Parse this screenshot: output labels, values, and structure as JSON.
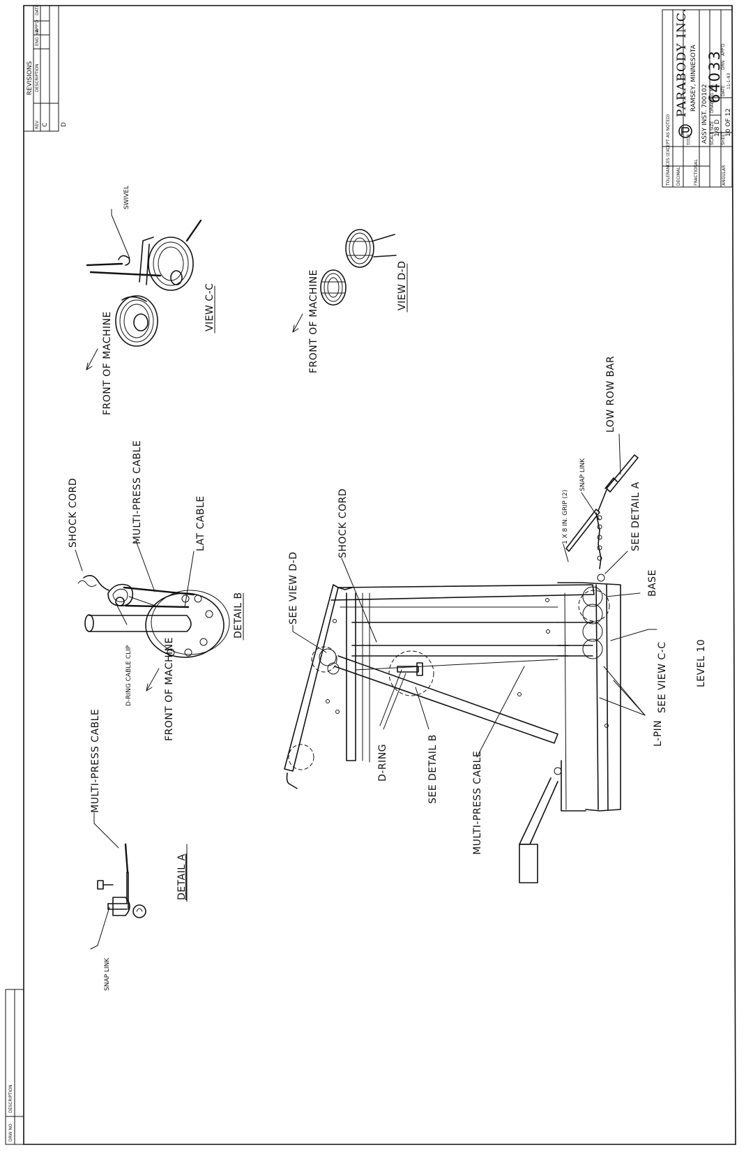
{
  "revisions": {
    "title": "REVISIONS",
    "headers": [
      "REV",
      "DESCRIPTION",
      "ENG NO",
      "APP'D",
      "DATE"
    ],
    "rev": "C",
    "rev_mark": "D"
  },
  "title_block": {
    "company": "PARABODY INC.",
    "location": "RAMSEY, MINNESOTA",
    "tolerances_label": "TOLERANCES (EXCEPT AS NOTED)",
    "decimal_label": "DECIMAL",
    "fractional_label": "FRACTIONAL",
    "angular_label": "ANGULAR",
    "title_label": "TITLE",
    "title": "ASSY INST. 700102",
    "scale_label": "SCALE",
    "scale": "1/8",
    "size_label": "SIZE",
    "size": "D",
    "sheet_label": "SHEET",
    "sheet": "10 OF 12",
    "drawing_no_label": "DRAWING NO.",
    "drawing_no": "64033",
    "date_label": "DATE",
    "date": "11-1-93",
    "drn_label": "DRN",
    "appd_label": "APP'D"
  },
  "side_block": {
    "headers": [
      "DRW NO",
      "DESCRIPTION"
    ]
  },
  "detail_a": {
    "snap_link": "SNAP LINK",
    "multi_press_cable": "MULTI-PRESS CABLE",
    "title": "DETAIL A"
  },
  "detail_b": {
    "shock_cord": "SHOCK CORD",
    "multi_press_cable": "MULTI-PRESS CABLE",
    "lat_cable": "LAT CABLE",
    "d_ring_cable_clip": "D-RING CABLE CLIP",
    "front_of_machine": "FRONT OF MACHINE",
    "title": "DETAIL B"
  },
  "view_cc": {
    "swivel": "SWIVEL",
    "front_of_machine": "FRONT OF MACHINE",
    "title": "VIEW C-C"
  },
  "view_dd": {
    "front_of_machine": "FRONT OF MACHINE",
    "title": "VIEW D-D"
  },
  "main_view": {
    "see_view_dd": "SEE VIEW D-D",
    "shock_cord": "SHOCK CORD",
    "d_ring": "D-RING",
    "see_detail_b": "SEE DETAIL B",
    "multi_press_cable": "MULTI-PRESS CABLE",
    "grip": "1 X 8 IN. GRIP (2)",
    "snap_link": "SNAP LINK",
    "low_row_bar": "LOW ROW BAR",
    "see_detail_a": "SEE DETAIL A",
    "base": "BASE",
    "see_view_cc": "SEE VIEW C-C",
    "l_pin": "L-PIN",
    "level": "LEVEL 10"
  }
}
